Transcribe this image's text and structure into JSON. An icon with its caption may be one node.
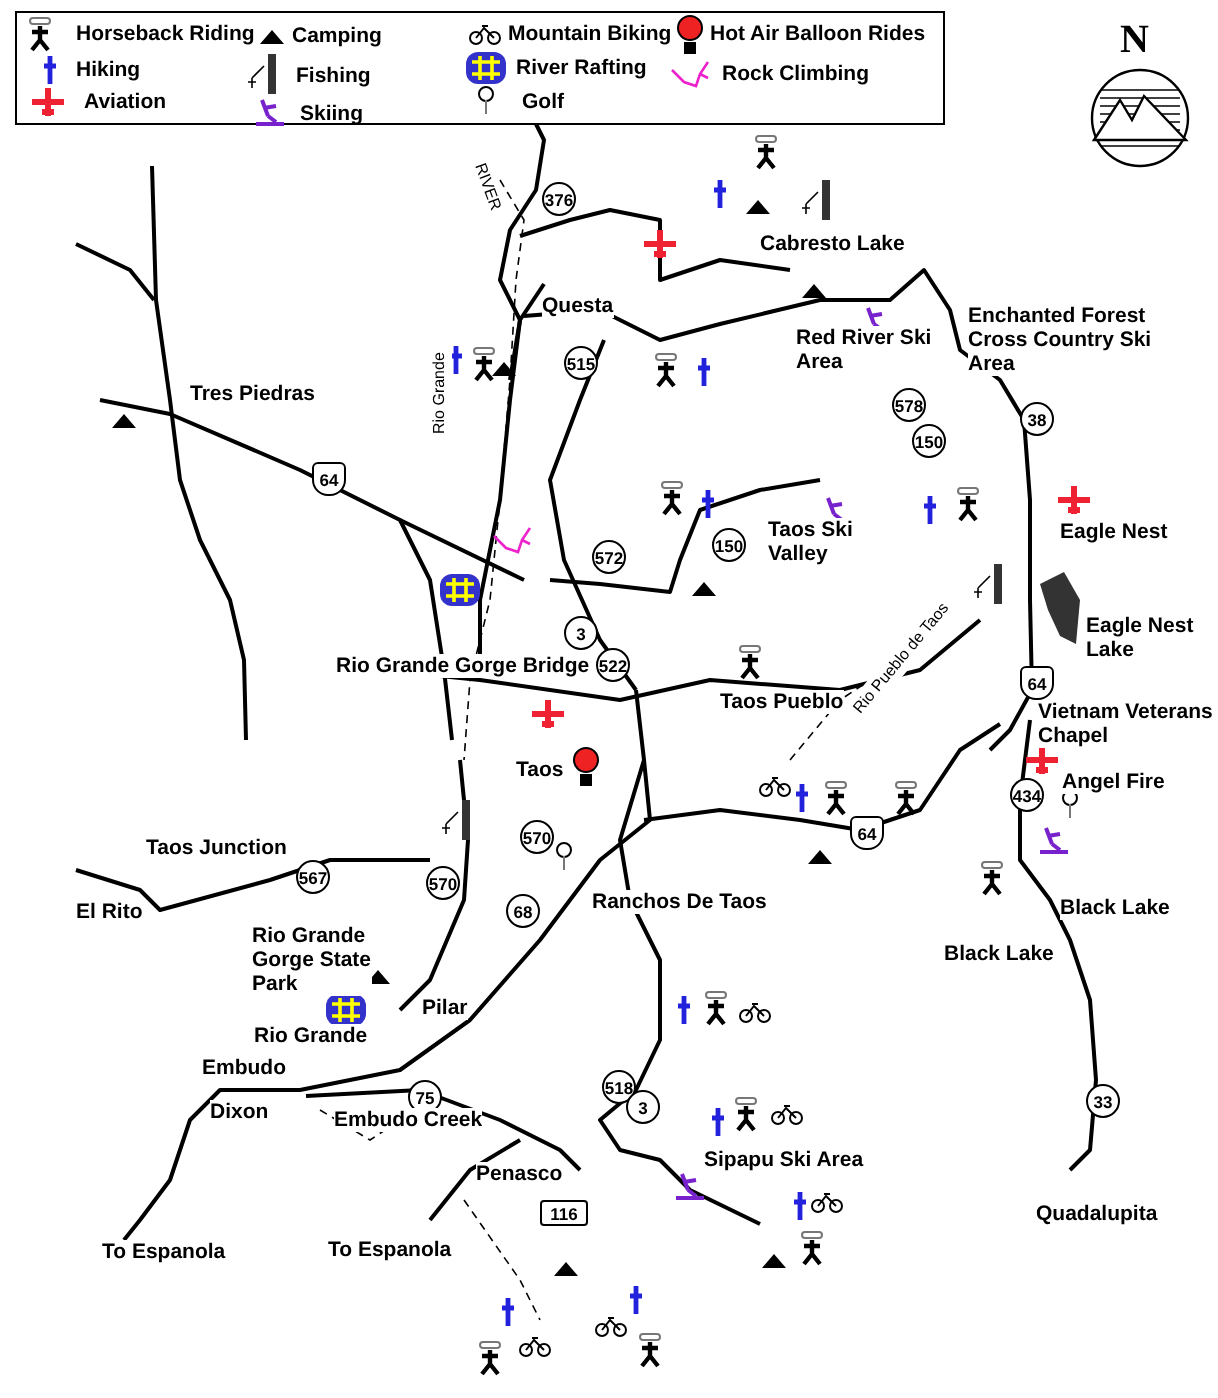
{
  "diagram": {
    "labels": [
      "N",
      "376",
      "Cabresto Lake",
      "RIVER",
      "Questa",
      "Red River Ski Area",
      "Enchanted Forest Cross Country Ski Area",
      "515",
      "Tres Piedras",
      "578",
      "150",
      "38",
      "64",
      "Rio Grande",
      "572",
      "150",
      "Taos Ski Valley",
      "Eagle Nest",
      "3",
      "Rio Grande Gorge Bridge",
      "522",
      "Eagle Nest Lake",
      "Taos Pueblo",
      "Rio Pueblo de Taos",
      "64",
      "Vietnam Veterans Chapel",
      "Taos",
      "Angel Fire",
      "64",
      "434",
      "Taos Junction",
      "570",
      "567",
      "570",
      "El Rito",
      "68",
      "Ranchos De Taos",
      "Black Lake",
      "Rio Grande Gorge State Park",
      "Black Lake",
      "Pilar",
      "Rio Grande",
      "Embudo",
      "518",
      "3",
      "Dixon",
      "75",
      "Embudo Creek",
      "33",
      "Sipapu Ski Area",
      "Penasco",
      "116",
      "Quadalupita",
      "To Espanola",
      "To Espanola"
    ],
    "legend": [
      {
        "text": "Horseback Riding"
      },
      {
        "text": "Hiking"
      },
      {
        "text": "Aviation"
      },
      {
        "text": "Camping"
      },
      {
        "text": "Fishing"
      },
      {
        "text": "Skiing"
      },
      {
        "text": "Mountain Biking"
      },
      {
        "text": "River Rafting"
      },
      {
        "text": "Golf"
      },
      {
        "text": "Hot Air Balloon Rides"
      },
      {
        "text": "Rock Climbing"
      }
    ]
  }
}
